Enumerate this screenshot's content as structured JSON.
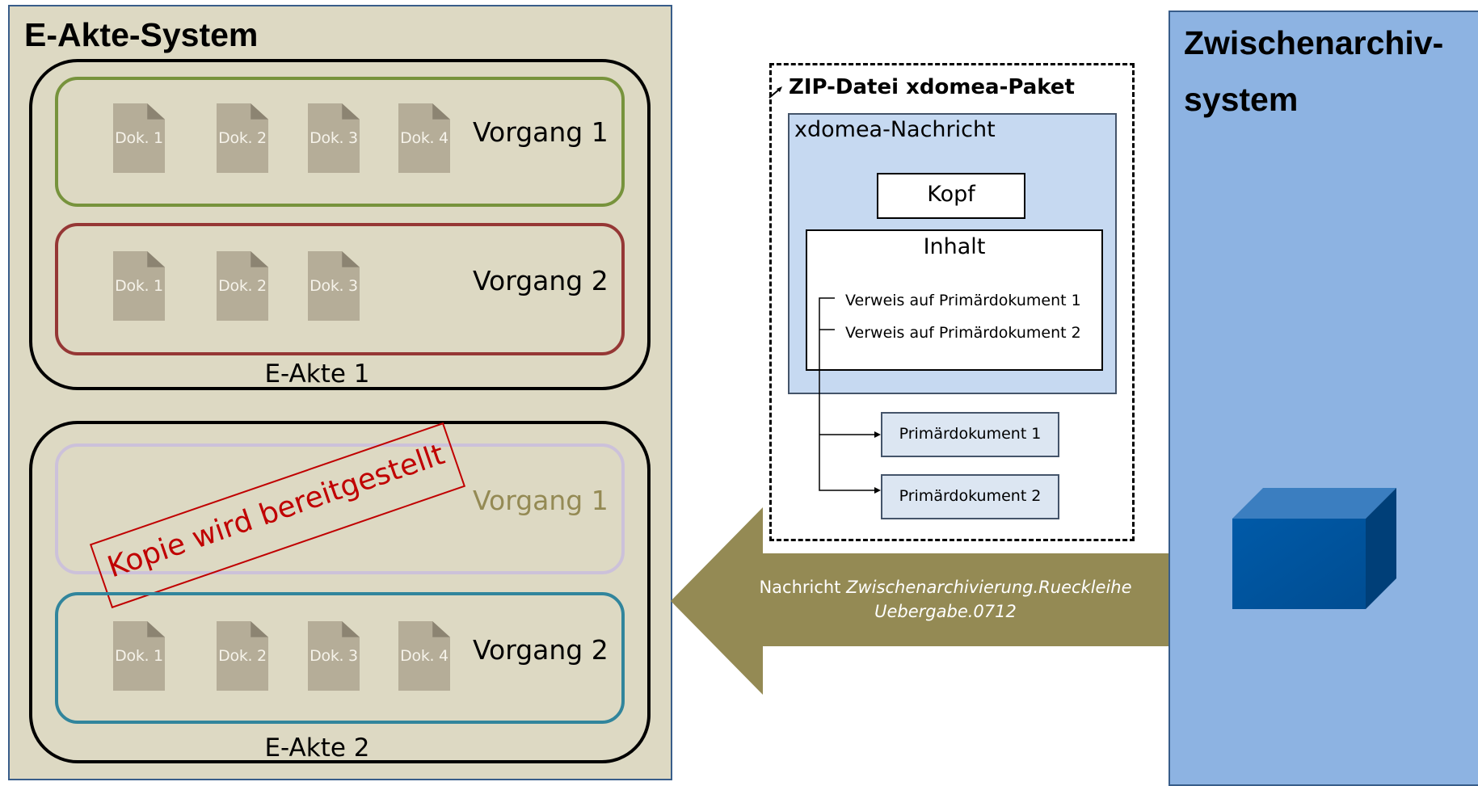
{
  "left_panel": {
    "title": "E-Akte-System",
    "akte1": {
      "label": "E-Akte 1",
      "vorgang1": {
        "label": "Vorgang 1",
        "docs": [
          "Dok. 1",
          "Dok. 2",
          "Dok. 3",
          "Dok. 4"
        ]
      },
      "vorgang2": {
        "label": "Vorgang 2",
        "docs": [
          "Dok. 1",
          "Dok. 2",
          "Dok. 3"
        ]
      }
    },
    "akte2": {
      "label": "E-Akte 2",
      "vorgang1": {
        "label": "Vorgang 1"
      },
      "vorgang2": {
        "label": "Vorgang 2",
        "docs": [
          "Dok. 1",
          "Dok. 2",
          "Dok. 3",
          "Dok. 4"
        ]
      },
      "stamp": "Kopie wird bereitgestellt"
    }
  },
  "zip": {
    "title": "ZIP-Datei xdomea-Paket",
    "message": {
      "title": "xdomea-Nachricht",
      "kopf": "Kopf",
      "inhalt": "Inhalt",
      "refs": [
        "Verweis auf Primärdokument 1",
        "Verweis auf Primärdokument 2"
      ]
    },
    "primary_docs": [
      "Primärdokument 1",
      "Primärdokument 2"
    ]
  },
  "arrow": {
    "prefix": "Nachricht ",
    "line1_italic": "Zwischenarchivierung.Rueckleihe",
    "line2_italic": "Uebergabe.0712"
  },
  "right_panel": {
    "title_line1": "Zwischenarchiv-",
    "title_line2": "system"
  },
  "colors": {
    "left_bg": "#ddd9c3",
    "right_bg": "#8db3e2",
    "akte1_vorgang1_border": "#77933c",
    "akte1_vorgang2_border": "#953735",
    "akte2_vorgang1_border": "#ccc1da",
    "akte2_vorgang2_border": "#31859c",
    "faded_text": "#948a54",
    "stamp": "#c00000",
    "arrow": "#948a54",
    "doc_icon": "#b5ad98"
  }
}
